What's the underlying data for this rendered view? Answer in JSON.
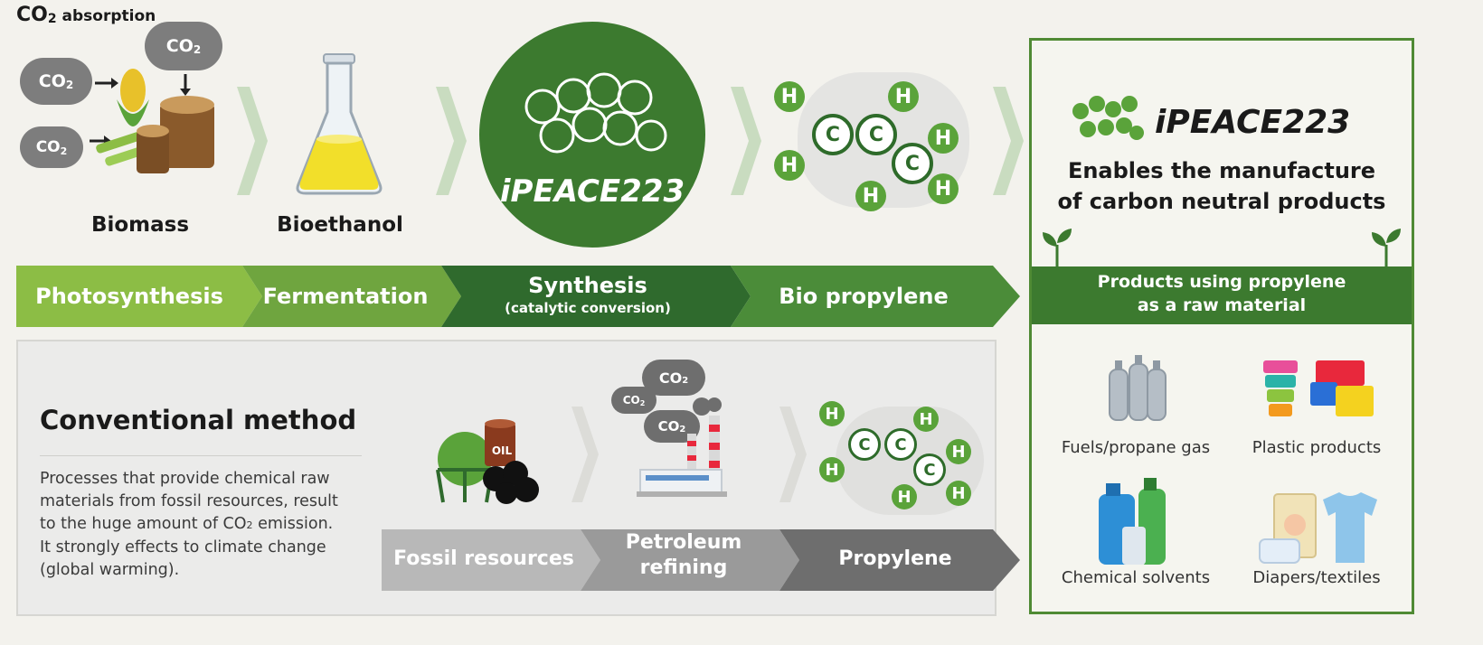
{
  "header": {
    "co2_absorption_label": "CO",
    "co2_absorption_sub": "2",
    "co2_absorption_rest": " absorption"
  },
  "co2": {
    "main": "CO",
    "sub": "2"
  },
  "stages": {
    "biomass": "Biomass",
    "bioethanol": "Bioethanol",
    "ipeace_center": "iPEACE223"
  },
  "molecule": {
    "h": "H",
    "c": "C"
  },
  "banner_green": [
    {
      "label": "Photosynthesis",
      "sublabel": ""
    },
    {
      "label": "Fermentation",
      "sublabel": ""
    },
    {
      "label": "Synthesis",
      "sublabel": "(catalytic conversion)"
    },
    {
      "label": "Bio propylene",
      "sublabel": ""
    }
  ],
  "right_panel": {
    "logo": "iPEACE223",
    "headline_line1": "Enables the manufacture",
    "headline_line2": "of carbon neutral products",
    "bar_line1": "Products using propylene",
    "bar_line2": "as a raw material",
    "products": [
      {
        "label": "Fuels/propane gas",
        "icon": "gas-cylinder-icon"
      },
      {
        "label": "Plastic products",
        "icon": "plastic-blocks-icon"
      },
      {
        "label": "Chemical solvents",
        "icon": "solvent-bottles-icon"
      },
      {
        "label": "Diapers/textiles",
        "icon": "diaper-tshirt-icon"
      }
    ]
  },
  "conventional": {
    "title": "Conventional method",
    "desc_line1": "Processes that provide chemical raw",
    "desc_line2": "materials from fossil resources, result",
    "desc_line3_pre": "to the huge amount of CO",
    "desc_line3_sub": "2",
    "desc_line3_post": " emission.",
    "desc_line4": "It strongly effects to climate change",
    "desc_line5": "(global warming).",
    "oil_label": "OIL",
    "banner": [
      {
        "label": "Fossil resources",
        "sublabel": ""
      },
      {
        "label": "Petroleum",
        "sublabel": "refining"
      },
      {
        "label": "Propylene",
        "sublabel": ""
      }
    ]
  },
  "colors": {
    "green_light": "#8cbd45",
    "green_mid": "#6fa53f",
    "green_dark": "#2f6a2d",
    "gray_light": "#b8b8b8",
    "gray_mid": "#9a9a9a",
    "gray_dark": "#6e6e6e"
  }
}
